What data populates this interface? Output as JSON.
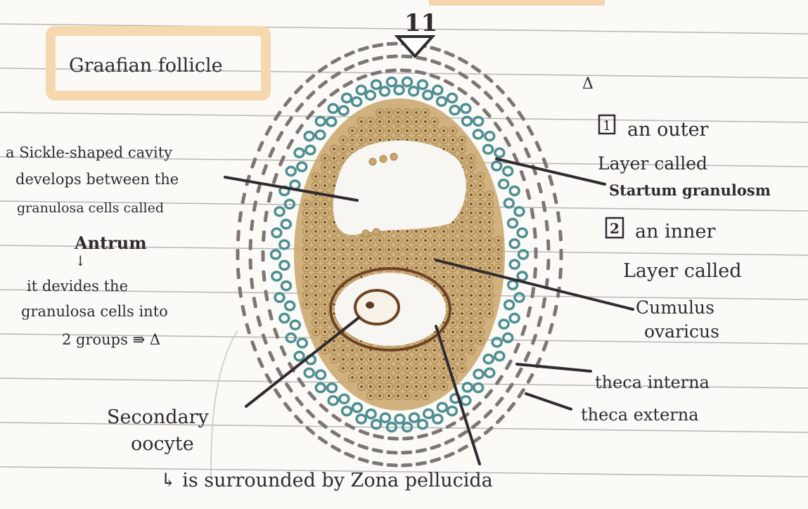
{
  "colors": {
    "paper": "#fbfaf7",
    "rule_line": "#b9b6b4",
    "ink": "#2f2b2f",
    "title_highlight": "#f5d8ae",
    "granulosa": "#c9a56a",
    "granulosa_dot": "#7a4a23",
    "theca_interna": "#4e8f93",
    "theca_externa": "#7d7674",
    "zona": "#6e4325",
    "top_tab": "#f3d6ad"
  },
  "title": "Graafian follicle",
  "top_mark": "11",
  "left_notes": {
    "line1": "a Sickle-shaped cavity",
    "line2": "develops between the",
    "line3": "granulosa cells called",
    "antrum": "Antrum",
    "arrow": "↓",
    "line4": "it devides the",
    "line5": "granulosa cells into",
    "line6": "2 groups ⇛ Δ"
  },
  "right_notes": {
    "delta": "Δ",
    "item1_num": "1",
    "item1_a": "an outer",
    "item1_b": "Layer called",
    "item1_term": "Startum granulosm",
    "item2_num": "2",
    "item2_a": "an inner",
    "item2_b": "Layer called",
    "item2_term_a": "Cumulus",
    "item2_term_b": "ovaricus",
    "theca_interna": "theca interna",
    "theca_externa": "theca externa"
  },
  "bottom_notes": {
    "oocyte_a": "Secondary",
    "oocyte_b": "oocyte",
    "zona": "↳ is surrounded by Zona pellucida"
  }
}
